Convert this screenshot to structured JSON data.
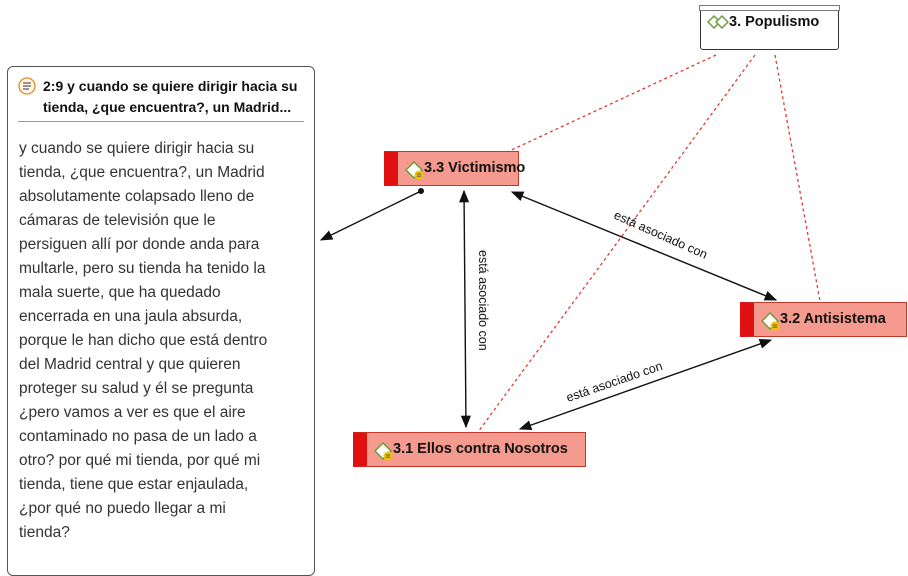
{
  "quote": {
    "title_line1": "2:9 y cuando se quiere dirigir hacia su",
    "title_line2": "tienda, ¿que encuentra?, un Madrid...",
    "text_lines": [
      "y cuando se quiere dirigir hacia su",
      "tienda, ¿que encuentra?, un Madrid",
      "absolutamente colapsado lleno de",
      "cámaras de televisión que le",
      "persiguen allí por donde anda para",
      "multarle, pero su tienda ha tenido la",
      "mala suerte, que ha quedado",
      "encerrada en una jaula absurda,",
      "porque le han dicho que está dentro",
      "del Madrid central y que quieren",
      "proteger su salud y él se pregunta",
      "¿pero vamos a ver es que el aire",
      "contaminado no pasa de un lado a",
      "otro? por qué mi tienda, por qué mi",
      "tienda, tiene que estar enjaulada,",
      "¿por qué no puedo llegar a mi",
      "tienda?"
    ]
  },
  "nodes": {
    "populismo": "3. Populismo",
    "victimismo": "3.3 Victimismo",
    "antisistema": "3.2 Antisistema",
    "ellos": "3.1 Ellos contra Nosotros"
  },
  "relations": {
    "vic_antisistema": "está asociado con",
    "vic_ellos": "está asociado con",
    "ellos_antisistema": "está asociado con"
  },
  "colors": {
    "code_fill": "#f59a8f",
    "code_bar": "#e01010",
    "link_dotted": "#e53935",
    "arrow": "#111111"
  }
}
